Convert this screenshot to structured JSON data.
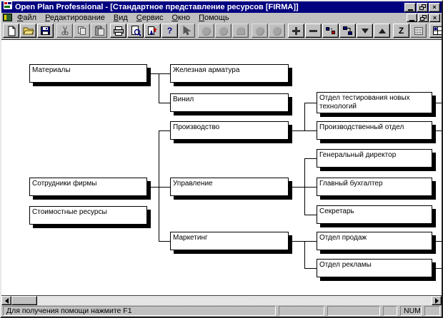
{
  "window": {
    "title": "Open Plan Professional - [Стандартное представление ресурсов [FIRMA]]",
    "close_glyph": "×",
    "colors": {
      "titlebar": "#000080",
      "chrome": "#c0c0c0",
      "canvas": "#ffffff",
      "line": "#000000"
    }
  },
  "menu": {
    "items": [
      "Файл",
      "Редактирование",
      "Вид",
      "Сервис",
      "Окно",
      "Помощь"
    ]
  },
  "toolbar": {
    "help_glyph": "?",
    "z_glyph": "Z",
    "buttons": [
      {
        "name": "new",
        "enabled": true
      },
      {
        "name": "open",
        "enabled": true
      },
      {
        "name": "save",
        "enabled": true
      },
      {
        "name": "cut",
        "enabled": false
      },
      {
        "name": "copy",
        "enabled": false
      },
      {
        "name": "paste",
        "enabled": false
      },
      {
        "name": "print",
        "enabled": true
      },
      {
        "name": "print-preview",
        "enabled": true
      },
      {
        "name": "transfer",
        "enabled": true
      },
      {
        "name": "help",
        "enabled": true
      },
      {
        "name": "context-help",
        "enabled": false
      },
      {
        "name": "resource-circle-1",
        "enabled": false
      },
      {
        "name": "resource-circle-2",
        "enabled": false
      },
      {
        "name": "resource-arch",
        "enabled": false
      },
      {
        "name": "resource-circle-3",
        "enabled": false
      },
      {
        "name": "resource-circle-4",
        "enabled": false
      },
      {
        "name": "add",
        "enabled": true
      },
      {
        "name": "remove",
        "enabled": true
      },
      {
        "name": "link",
        "enabled": true
      },
      {
        "name": "outline-step",
        "enabled": true
      },
      {
        "name": "move-down",
        "enabled": true
      },
      {
        "name": "move-up",
        "enabled": true
      },
      {
        "name": "zoom-z",
        "enabled": true
      },
      {
        "name": "layout-grid",
        "enabled": false
      },
      {
        "name": "split-window",
        "enabled": true
      },
      {
        "name": "new-window",
        "enabled": true
      }
    ]
  },
  "diagram": {
    "nodes": {
      "materials": {
        "label": "Материалы"
      },
      "iron": {
        "label": "Железная арматура"
      },
      "vinyl": {
        "label": "Винил"
      },
      "production": {
        "label": "Производство"
      },
      "employees": {
        "label": "Сотрудники фирмы"
      },
      "management": {
        "label": "Управление"
      },
      "cost": {
        "label": "Стоимостные ресурсы"
      },
      "marketing": {
        "label": "Маркетинг"
      },
      "testing": {
        "label": "Отдел тестирования новых технологий"
      },
      "prod_dept": {
        "label": "Производственный отдел"
      },
      "director": {
        "label": "Генеральный директор"
      },
      "accountant": {
        "label": "Главный бухгалтер"
      },
      "secretary": {
        "label": "Секретарь"
      },
      "sales": {
        "label": "Отдел продаж"
      },
      "advertising": {
        "label": "Отдел рекламы"
      }
    },
    "edges": [
      {
        "from": "materials",
        "to": [
          "iron",
          "vinyl"
        ]
      },
      {
        "from": "employees",
        "to": [
          "production",
          "management",
          "marketing"
        ]
      },
      {
        "from": "production",
        "to": [
          "testing",
          "prod_dept"
        ]
      },
      {
        "from": "management",
        "to": [
          "director",
          "accountant",
          "secretary"
        ]
      },
      {
        "from": "marketing",
        "to": [
          "sales",
          "advertising"
        ]
      }
    ]
  },
  "status_bar": {
    "message": "Для получения помощи нажмите F1",
    "num_indicator": "NUM"
  }
}
